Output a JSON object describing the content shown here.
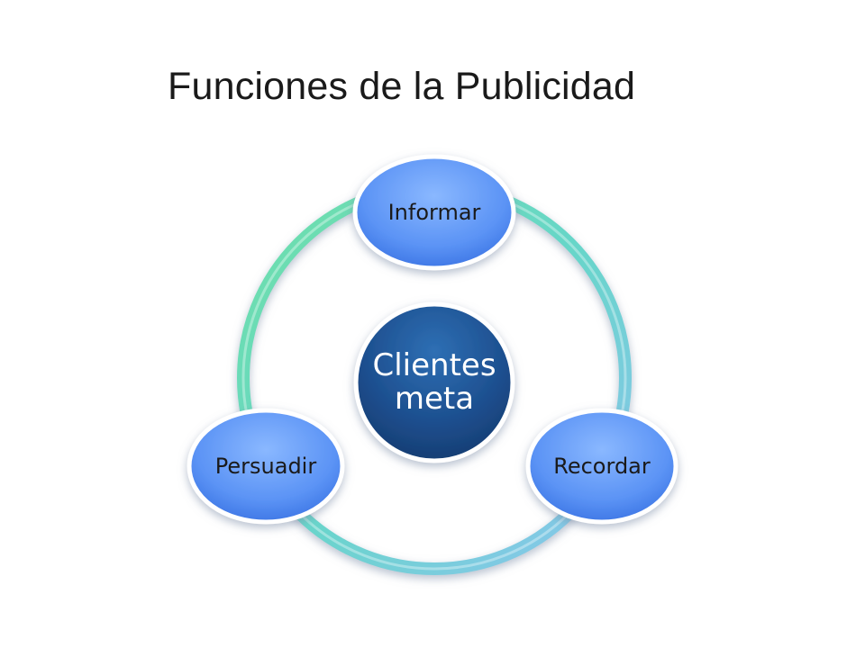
{
  "slide": {
    "title": "Funciones de la Publicidad"
  },
  "diagram": {
    "center": {
      "line1": "Clientes",
      "line2": "meta"
    },
    "nodes": [
      {
        "label": "Informar"
      },
      {
        "label": "Recordar"
      },
      {
        "label": "Persuadir"
      }
    ]
  }
}
